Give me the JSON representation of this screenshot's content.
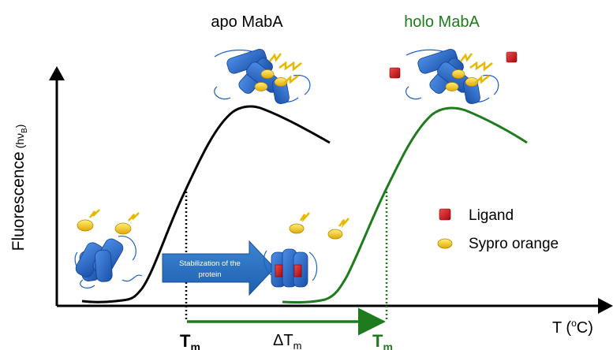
{
  "titles": {
    "apo": "apo MabA",
    "holo": "holo MabA"
  },
  "axes": {
    "y_label": "Fluorescence",
    "y_unit_open": " (hν",
    "y_unit_sub": "B",
    "y_unit_close": ")",
    "x_label": "T (",
    "x_unit_sup": "o",
    "x_unit_close": "C)"
  },
  "markers": {
    "tm_apo_main": "T",
    "tm_apo_sub": "m",
    "tm_holo_main": "T",
    "tm_holo_sub": "m",
    "delta_main": "ΔT",
    "delta_sub": "m"
  },
  "arrow_box": {
    "line1": "Stabilization of the",
    "line2": "protein"
  },
  "legend": [
    {
      "label": "Ligand",
      "icon": "red-cube-icon"
    },
    {
      "label": "Sypro orange",
      "icon": "yellow-ellipse-icon"
    }
  ],
  "colors": {
    "apo_curve": "#000000",
    "holo_curve": "#1e7b1e",
    "holo_title": "#1e7b1e",
    "protein_blue": "#1f5fc8",
    "ligand_red": "#d0101a",
    "dye_yellow": "#f2c40a",
    "arrow_blue": "#2a74c4"
  }
}
